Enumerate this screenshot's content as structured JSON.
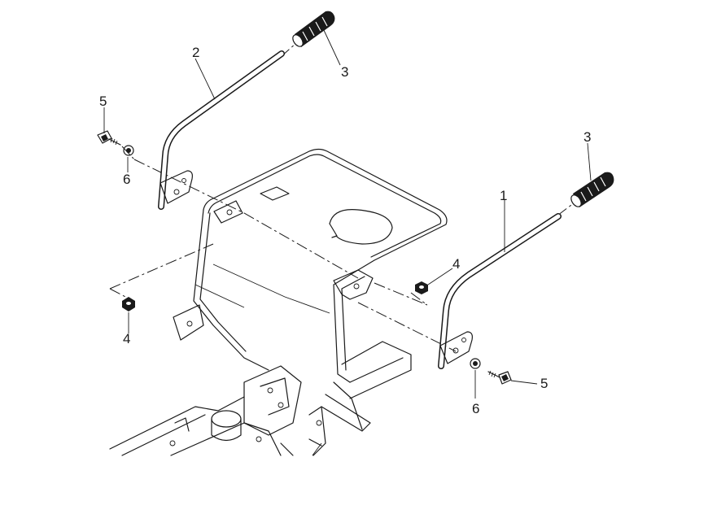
{
  "diagram": {
    "callouts": [
      {
        "id": "c1",
        "text": "1"
      },
      {
        "id": "c2",
        "text": "2"
      },
      {
        "id": "c3a",
        "text": "3"
      },
      {
        "id": "c3b",
        "text": "3"
      },
      {
        "id": "c4a",
        "text": "4"
      },
      {
        "id": "c4b",
        "text": "4"
      },
      {
        "id": "c5a",
        "text": "5"
      },
      {
        "id": "c5b",
        "text": "5"
      },
      {
        "id": "c6a",
        "text": "6"
      },
      {
        "id": "c6b",
        "text": "6"
      }
    ]
  }
}
